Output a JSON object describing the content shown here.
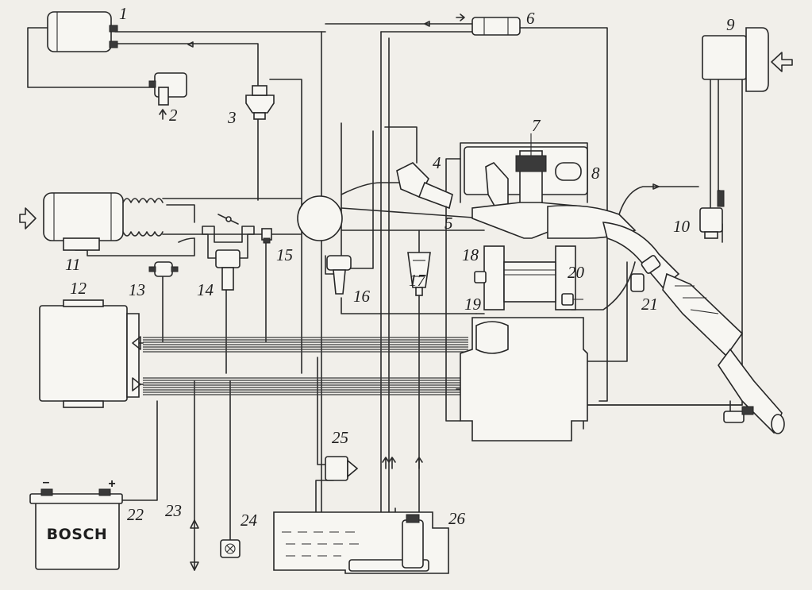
{
  "diagram": {
    "callouts": [
      {
        "id": "1",
        "text": "1"
      },
      {
        "id": "2",
        "text": "2"
      },
      {
        "id": "3",
        "text": "3"
      },
      {
        "id": "4",
        "text": "4"
      },
      {
        "id": "5",
        "text": "5"
      },
      {
        "id": "6",
        "text": "6"
      },
      {
        "id": "7",
        "text": "7"
      },
      {
        "id": "8",
        "text": "8"
      },
      {
        "id": "9",
        "text": "9"
      },
      {
        "id": "10",
        "text": "10"
      },
      {
        "id": "11",
        "text": "11"
      },
      {
        "id": "12",
        "text": "12"
      },
      {
        "id": "13",
        "text": "13"
      },
      {
        "id": "14",
        "text": "14"
      },
      {
        "id": "15",
        "text": "15"
      },
      {
        "id": "16",
        "text": "16"
      },
      {
        "id": "17",
        "text": "17"
      },
      {
        "id": "18",
        "text": "18"
      },
      {
        "id": "19",
        "text": "19"
      },
      {
        "id": "20",
        "text": "20"
      },
      {
        "id": "21",
        "text": "21"
      },
      {
        "id": "22",
        "text": "22"
      },
      {
        "id": "23",
        "text": "23"
      },
      {
        "id": "24",
        "text": "24"
      },
      {
        "id": "25",
        "text": "25"
      },
      {
        "id": "26",
        "text": "26"
      }
    ],
    "battery": {
      "brand": "BOSCH",
      "minus": "–",
      "plus": "+"
    }
  }
}
